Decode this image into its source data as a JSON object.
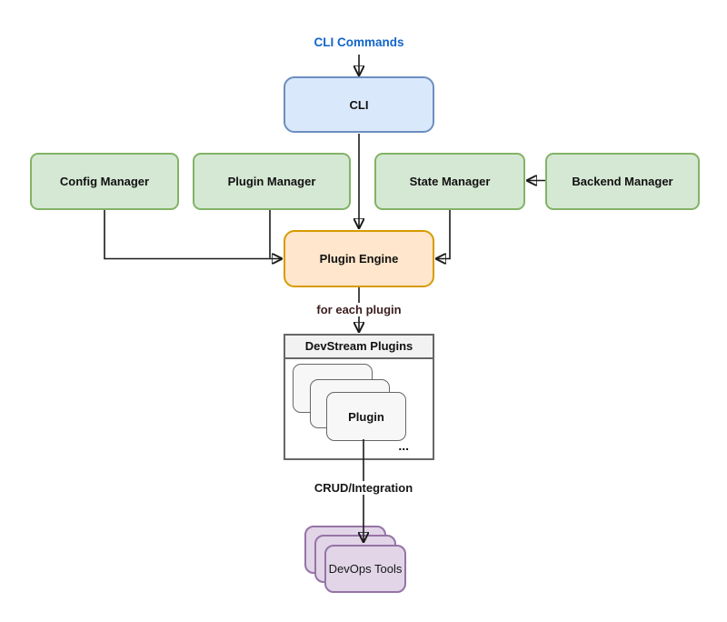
{
  "diagram": {
    "top_label": "CLI Commands",
    "nodes": {
      "cli": "CLI",
      "config_manager": "Config Manager",
      "plugin_manager": "Plugin Manager",
      "state_manager": "State Manager",
      "backend_manager": "Backend Manager",
      "plugin_engine": "Plugin Engine",
      "devops_tools": "DevOps Tools"
    },
    "plugins_container": {
      "title": "DevStream Plugins",
      "plugin_card_label": "Plugin",
      "ellipsis": "..."
    },
    "edge_labels": {
      "for_each_plugin": "for each plugin",
      "crud_integration": "CRUD/Integration"
    },
    "colors": {
      "cli_fill": "#dae8fc",
      "cli_stroke": "#6c8ebf",
      "manager_fill": "#d5e8d4",
      "manager_stroke": "#82b366",
      "engine_fill": "#ffe6cc",
      "engine_stroke": "#d79b00",
      "devops_fill": "#e1d5e7",
      "devops_stroke": "#9673a6",
      "container_stroke": "#666666",
      "top_label_color": "#1265cb",
      "edge_label_color": "#3b1d1d",
      "arrow_color": "#1a1a1a"
    }
  }
}
